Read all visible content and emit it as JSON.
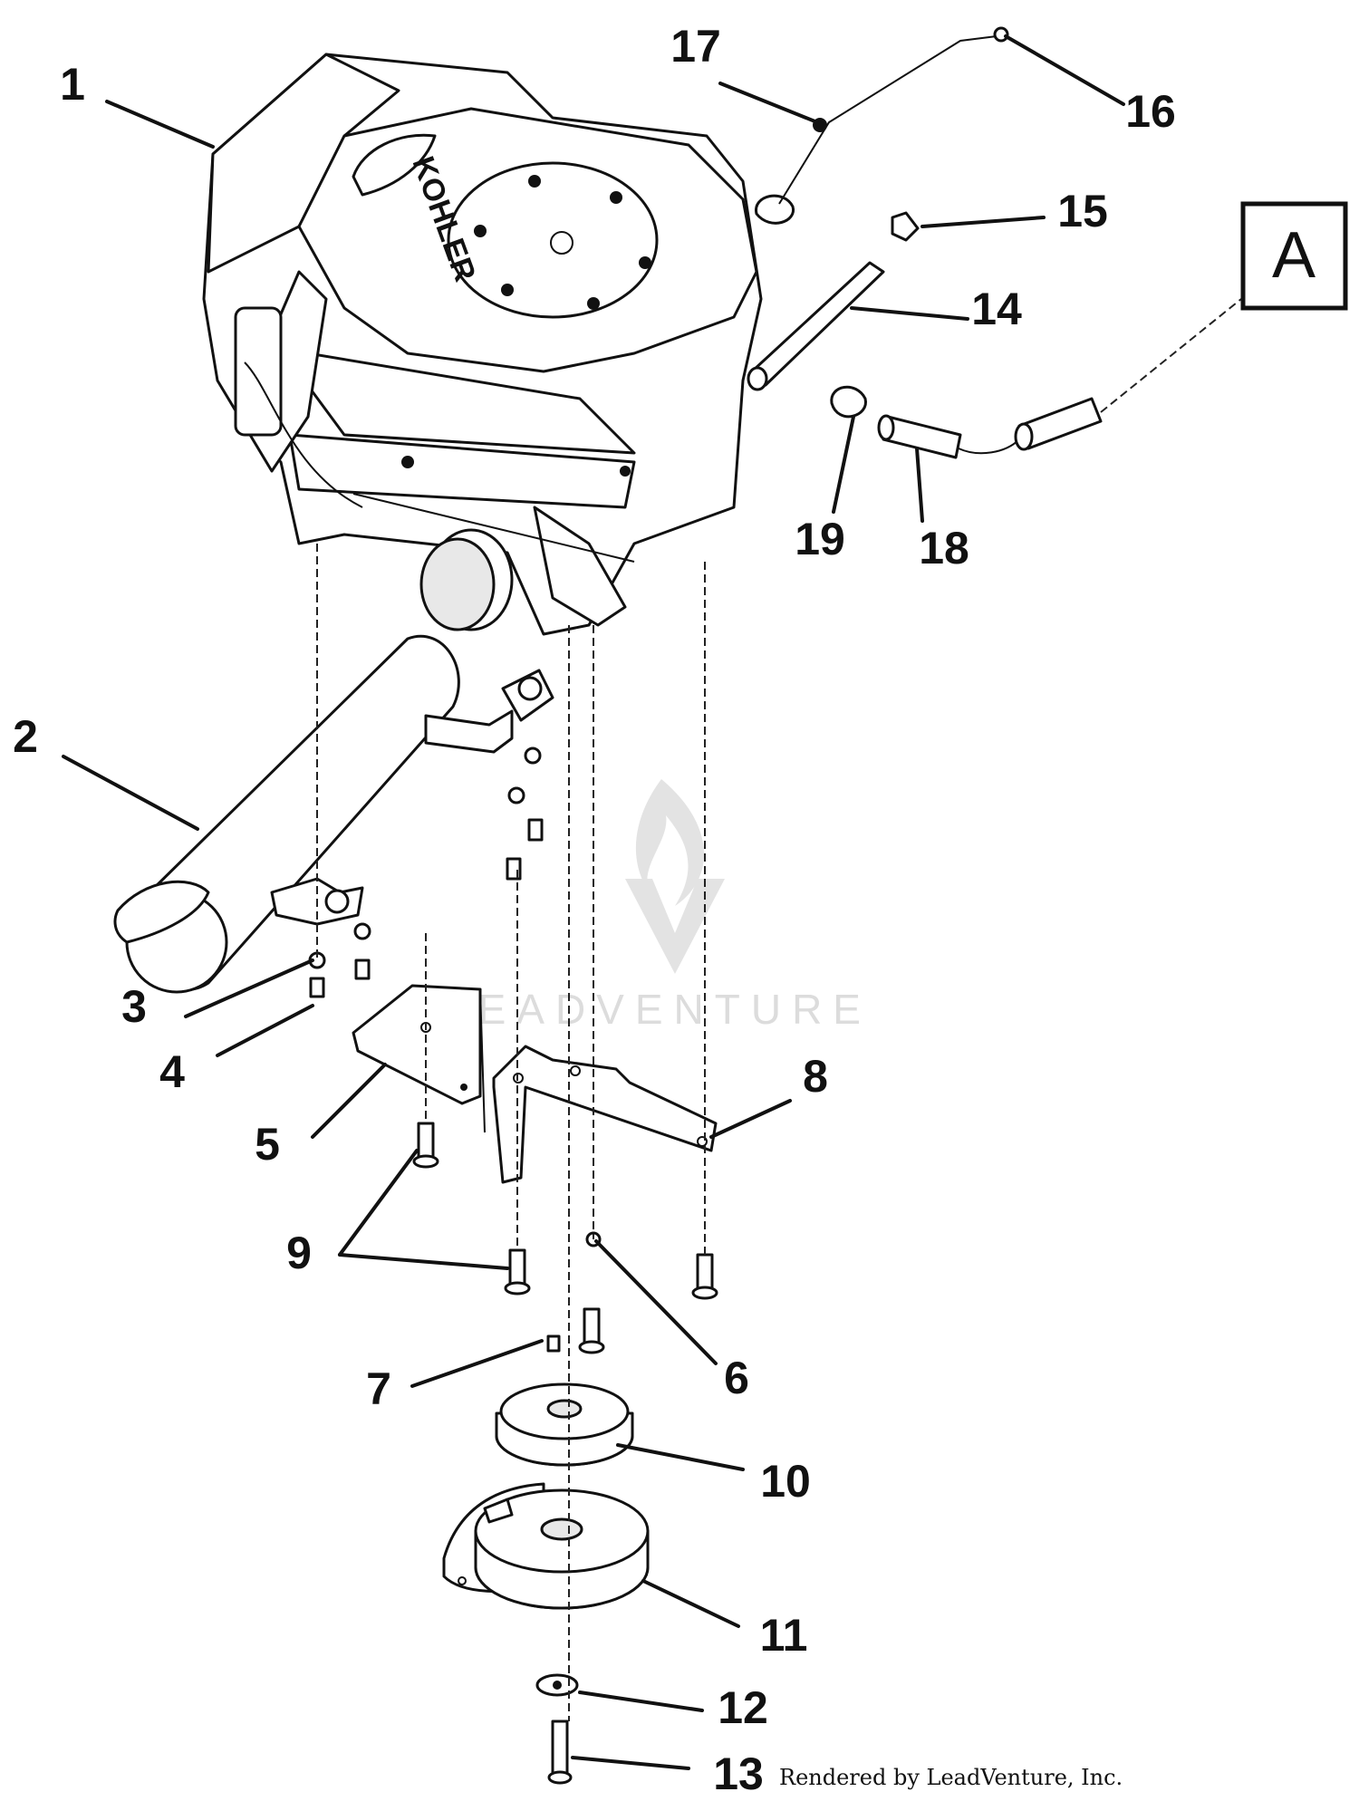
{
  "diagram": {
    "callouts": [
      "1",
      "2",
      "3",
      "4",
      "5",
      "6",
      "7",
      "8",
      "9",
      "10",
      "11",
      "12",
      "13",
      "14",
      "15",
      "16",
      "17",
      "18",
      "19"
    ],
    "reference_box": "A",
    "watermark": "LEADVENTURE",
    "engine_brand": "KOHLER",
    "credit": "Rendered by LeadVenture, Inc."
  }
}
